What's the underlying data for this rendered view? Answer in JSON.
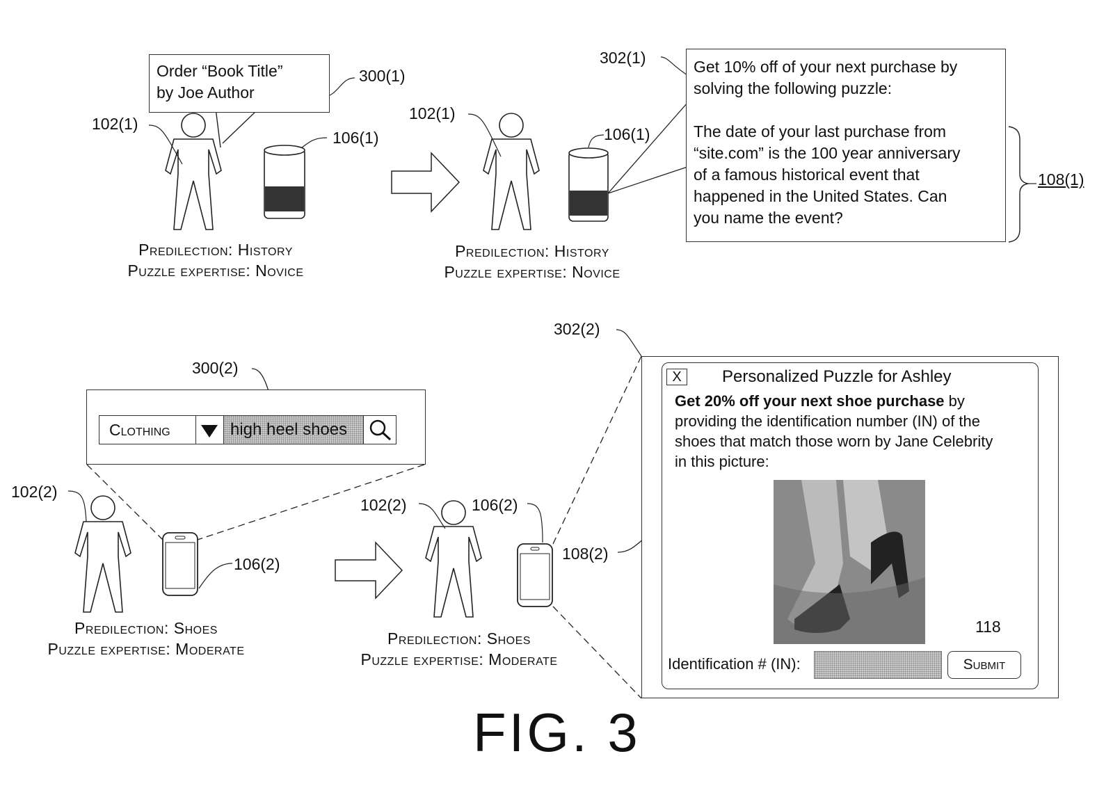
{
  "figure": {
    "caption": "FIG. 3"
  },
  "scene_top_left": {
    "user_ref": "102(1)",
    "device_ref": "106(1)",
    "speech_ref": "300(1)",
    "speech_text_line1": "Order “Book Title”",
    "speech_text_line2": "by Joe Author",
    "profile_line1": "Predilection: History",
    "profile_line2": "Puzzle expertise: Novice"
  },
  "scene_top_right": {
    "user_ref": "102(1)",
    "device_ref": "106(1)",
    "puzzle_ref": "302(1)",
    "brace_ref": "108(1)",
    "puzzle_intro_line1": "Get 10% off of your next purchase by",
    "puzzle_intro_line2": "solving the following puzzle:",
    "puzzle_body_lines": [
      "The date of your last purchase from",
      "“site.com” is the 100 year anniversary",
      "of a famous historical event that",
      "happened in the United States.  Can",
      "you name the event?"
    ],
    "profile_line1": "Predilection: History",
    "profile_line2": "Puzzle expertise: Novice"
  },
  "scene_bottom_left": {
    "user_ref": "102(2)",
    "device_ref": "106(2)",
    "search_ref": "300(2)",
    "category_select": "Clothing",
    "search_value": "high heel shoes",
    "search_icon": "magnifier-icon",
    "dropdown_icon": "triangle-down-icon",
    "profile_line1": "Predilection: Shoes",
    "profile_line2": "Puzzle expertise: Moderate"
  },
  "scene_bottom_right": {
    "user_ref": "102(2)",
    "device_ref": "106(2)",
    "puzzle_ref": "302(2)",
    "content_ref": "108(2)",
    "input_ref": "118",
    "dialog": {
      "close_label": "X",
      "title": "Personalized Puzzle for Ashley",
      "bold_text": "Get 20% off your next shoe purchase",
      "text_after_bold": " by",
      "body_lines": [
        "providing the identification number (IN) of the",
        "shoes that match those worn by Jane Celebrity",
        "in this picture:"
      ],
      "field_label": "Identification # (IN):",
      "field_value": "",
      "submit_label": "Submit"
    },
    "profile_line1": "Predilection: Shoes",
    "profile_line2": "Puzzle expertise: Moderate"
  }
}
